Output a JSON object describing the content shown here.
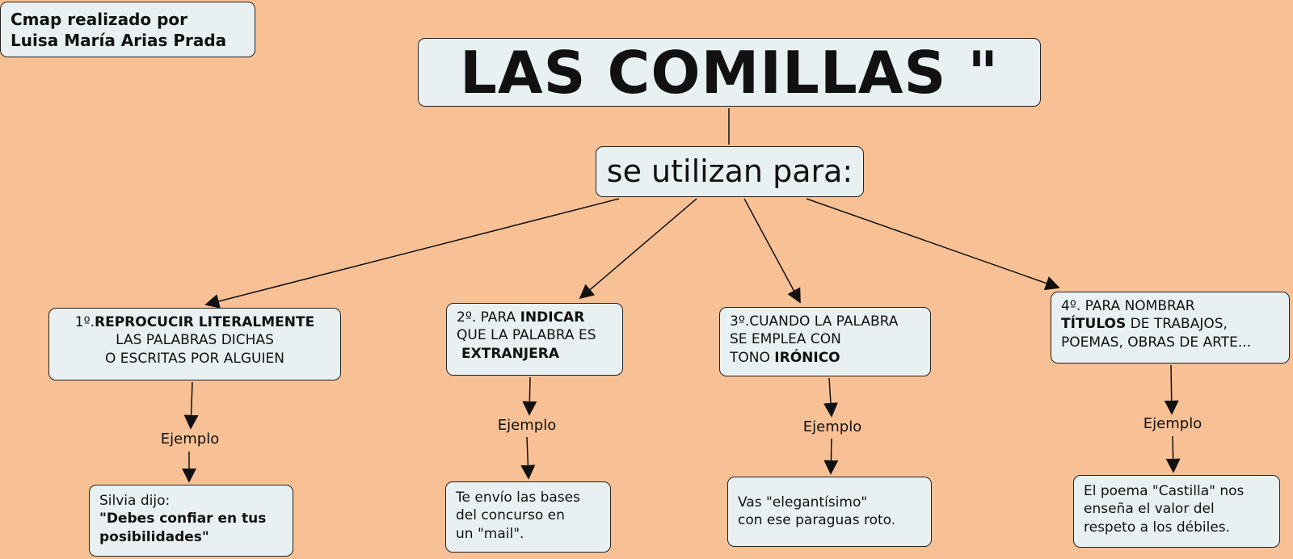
{
  "author": {
    "line1": "Cmap realizado por",
    "line2": "Luisa María Arias Prada"
  },
  "title": "LAS COMILLAS \"",
  "subtitle": "se utilizan para:",
  "concepts": [
    {
      "prefix": "1º.",
      "bold": "REPROCUCIR LITERALMENTE",
      "line2": "LAS PALABRAS DICHAS",
      "line3": "O ESCRITAS POR ALGUIEN"
    },
    {
      "prefix": "2º. PARA ",
      "bold": "INDICAR",
      "line2": "QUE LA PALABRA ES",
      "line3_bold": "EXTRANJERA"
    },
    {
      "line1": "3º.CUANDO LA PALABRA",
      "line2": "SE EMPLEA CON",
      "line3_prefix": "TONO ",
      "line3_bold": "IRÓNICO"
    },
    {
      "line1": "4º. PARA NOMBRAR",
      "line2_bold": "TÍTULOS",
      "line2_rest": " DE TRABAJOS,",
      "line3": "POEMAS, OBRAS DE ARTE..."
    }
  ],
  "link_label": "Ejemplo",
  "examples": [
    {
      "line1": "Silvia dijo:",
      "line2_bold": "\"Debes confiar en tus",
      "line3_bold": "posibilidades\""
    },
    {
      "line1": "Te envío las bases",
      "line2": "del concurso en",
      "line3": "un \"mail\"."
    },
    {
      "line1": "Vas \"elegantísimo\"",
      "line2": "con ese paraguas roto."
    },
    {
      "line1": "El poema \"Castilla\" nos",
      "line2": "enseña el valor del",
      "line3": "respeto a los débiles."
    }
  ]
}
